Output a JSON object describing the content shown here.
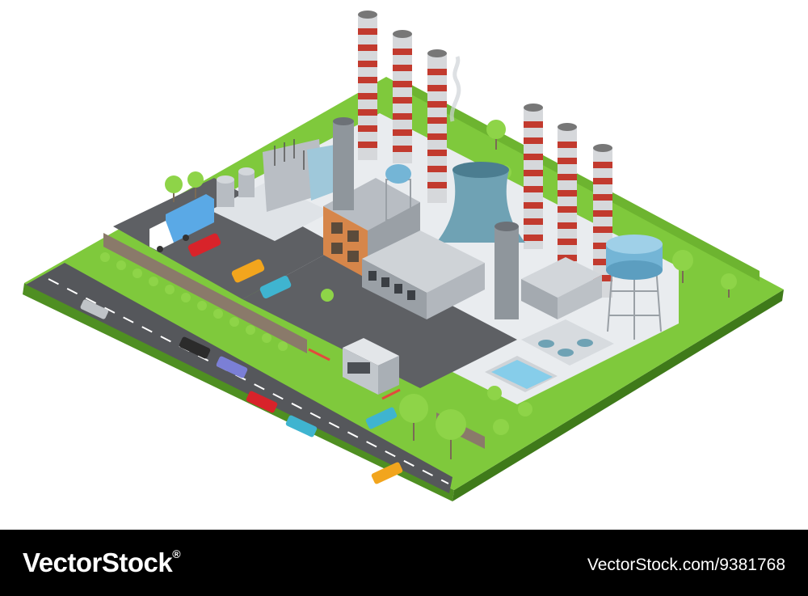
{
  "watermark": {
    "brand": "VectorStock",
    "registered": "®",
    "image_ref": "VectorStock.com/9381768"
  },
  "scene": {
    "subject": "isometric-power-plant",
    "colors": {
      "grass": "#7fc93c",
      "grass_side": "#4f8f22",
      "road": "#5a5c60",
      "ground_pad": "#e9ecef",
      "building": "#c9cdd2",
      "building_dark": "#9aa0a6",
      "chimney_red": "#c23a2e",
      "water_tank": "#74b5d6",
      "cooling_tower": "#6fa2b4",
      "factory_orange": "#d6864a"
    }
  }
}
